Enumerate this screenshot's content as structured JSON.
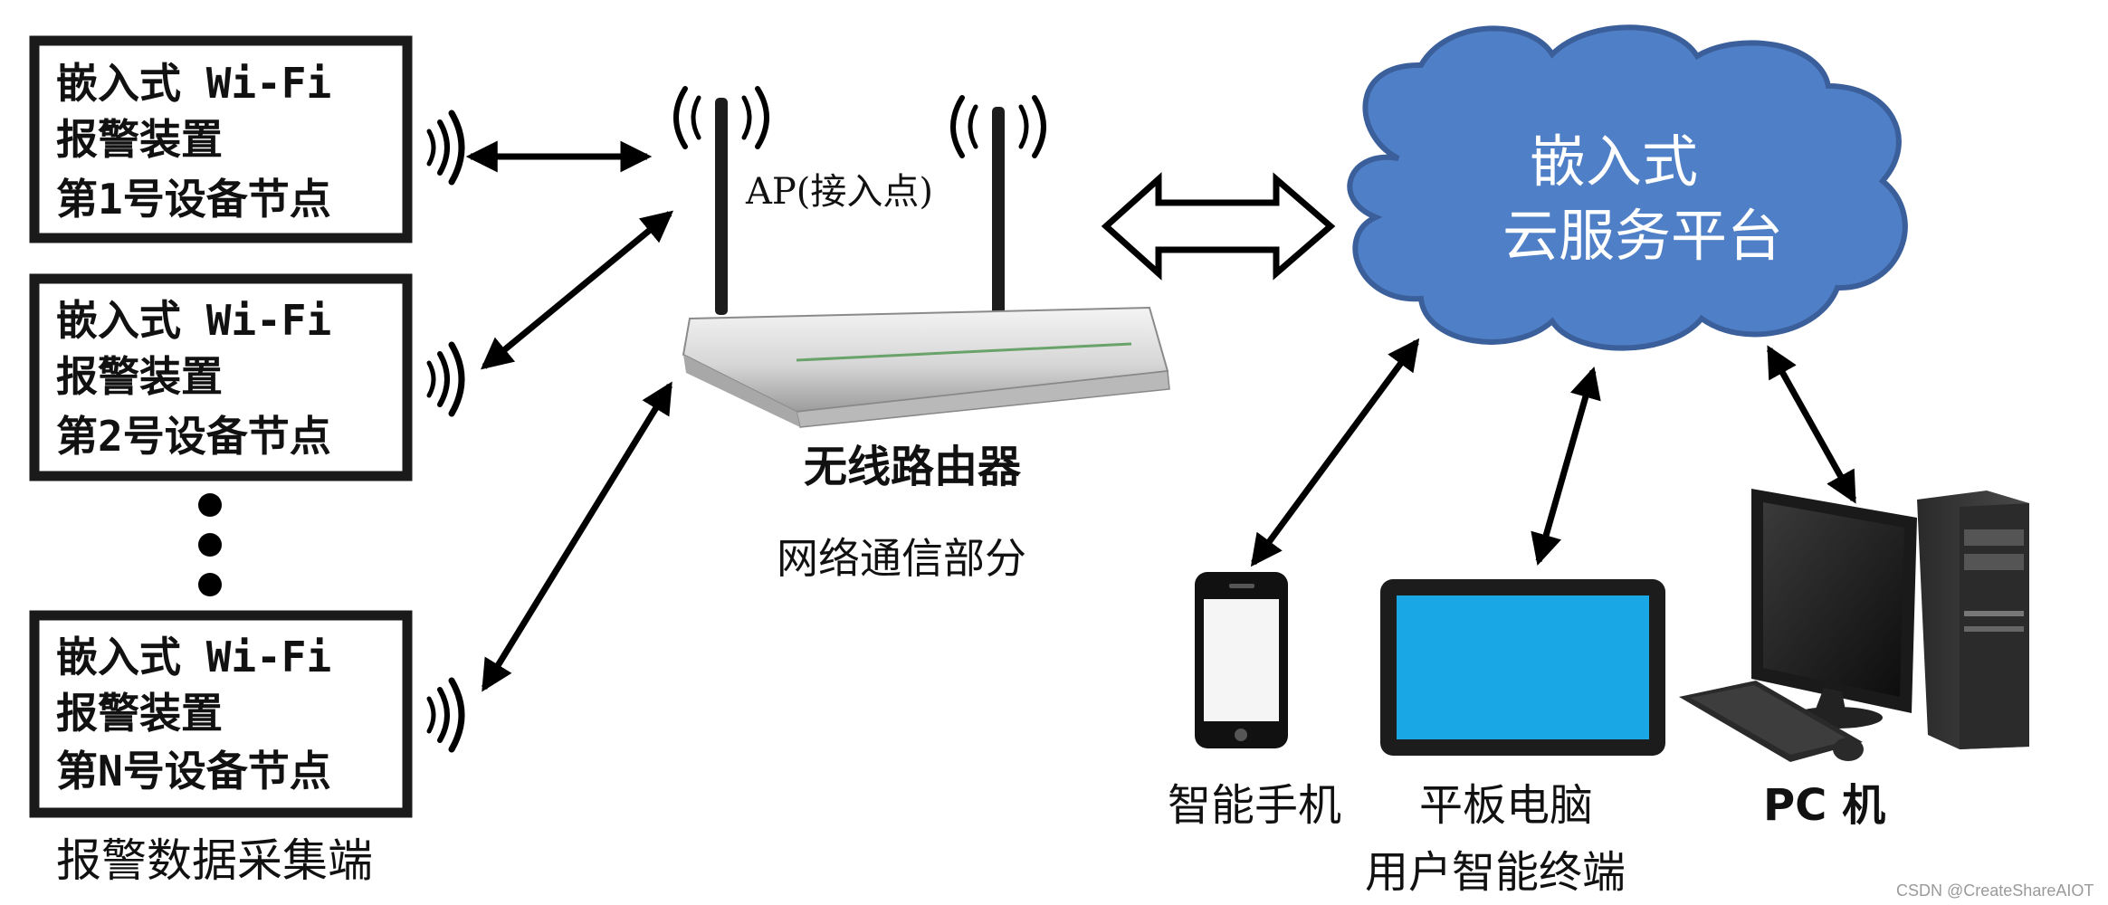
{
  "nodes": [
    {
      "line1": "嵌入式 Wi-Fi",
      "line2": "报警装置",
      "line3": "第1号设备节点"
    },
    {
      "line1": "嵌入式 Wi-Fi",
      "line2": "报警装置",
      "line3": "第2号设备节点"
    },
    {
      "line1": "嵌入式 Wi-Fi",
      "line2": "报警装置",
      "line3": "第N号设备节点"
    }
  ],
  "collector_label": "报警数据采集端",
  "router": {
    "ap_label": "AP(接入点)",
    "name": "无线路由器",
    "section_label": "网络通信部分"
  },
  "cloud": {
    "line1": "嵌入式",
    "line2": "云服务平台",
    "fill_color": "#4f7fc6",
    "stroke_color": "#3a5f9a"
  },
  "terminals": {
    "phone_label": "智能手机",
    "tablet_label": "平板电脑",
    "pc_label": "PC 机",
    "group_label": "用户智能终端"
  },
  "watermark": "CSDN @CreateShareAIOT",
  "colors": {
    "arrow": "#000000",
    "screen_blue": "#19a7e6",
    "frame": "#1a1a1a"
  }
}
